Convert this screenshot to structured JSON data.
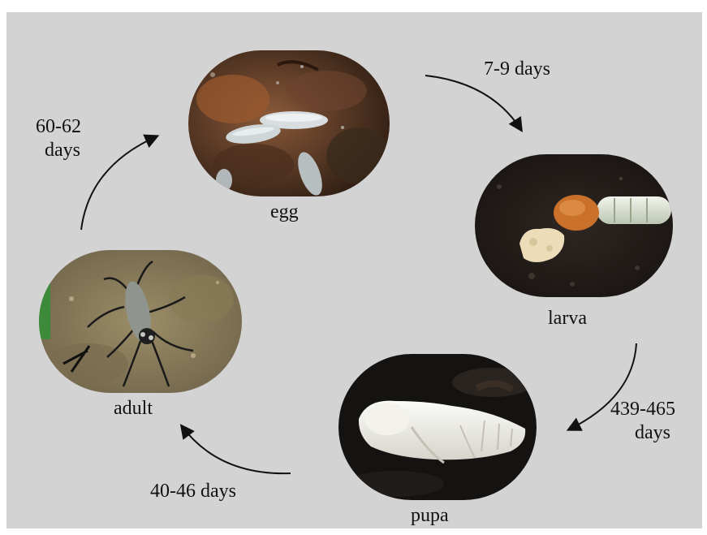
{
  "stages": {
    "egg": "egg",
    "larva": "larva",
    "pupa": "pupa",
    "adult": "adult"
  },
  "durations": {
    "egg_to_larva": "7-9 days",
    "larva_to_pupa_1": "439-465",
    "larva_to_pupa_2": "days",
    "pupa_to_adult": "40-46 days",
    "adult_to_egg_1": "60-62",
    "adult_to_egg_2": "days"
  },
  "colors": {
    "background": "#d3d3d3",
    "arrow": "#111111",
    "text": "#111111"
  }
}
